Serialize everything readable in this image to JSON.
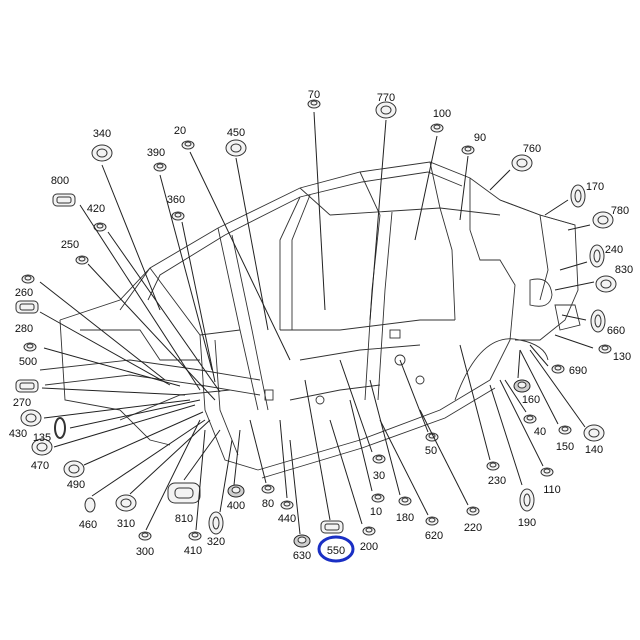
{
  "diagram": {
    "highlight_color": "#1a2fc4",
    "highlighted": "550",
    "labels": [
      "70",
      "770",
      "100",
      "340",
      "20",
      "450",
      "390",
      "90",
      "760",
      "800",
      "170",
      "420",
      "360",
      "780",
      "250",
      "240",
      "830",
      "260",
      "280",
      "660",
      "500",
      "130",
      "690",
      "270",
      "160",
      "430",
      "135",
      "40",
      "150",
      "140",
      "470",
      "110",
      "490",
      "230",
      "30",
      "50",
      "460",
      "310",
      "810",
      "400",
      "80",
      "10",
      "180",
      "190",
      "300",
      "410",
      "320",
      "440",
      "630",
      "550",
      "200",
      "620",
      "220"
    ]
  }
}
